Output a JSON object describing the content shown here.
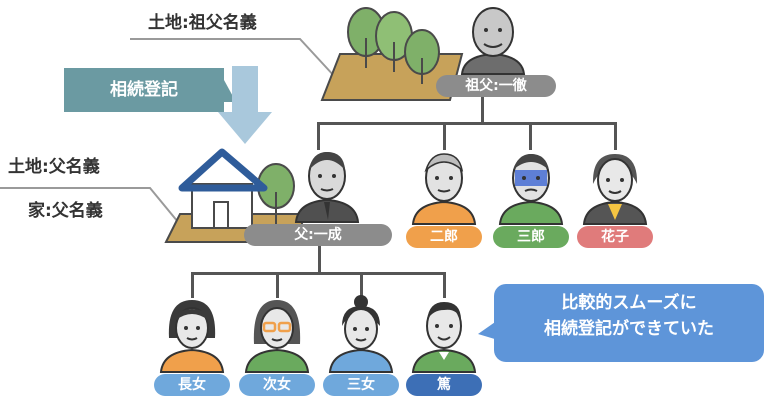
{
  "labels": {
    "land_grandfather": "土地:祖父名義",
    "land_father": "土地:父名義",
    "house_father": "家:父名義",
    "inheritance_registration": "相続登記"
  },
  "people": {
    "grandfather": "祖父:一徹",
    "father": "父:一成",
    "jiro": "二郎",
    "saburo": "三郎",
    "hanako": "花子",
    "eldest_daughter": "長女",
    "second_daughter": "次女",
    "third_daughter": "三女",
    "atsushi": "篤"
  },
  "bubble": {
    "line1": "比較的スムーズに",
    "line2": "相続登記ができていた"
  },
  "colors": {
    "gray_pill": "#8c8c8c",
    "orange": "#f0a04b",
    "green": "#6aaa5e",
    "red": "#e07b7b",
    "light_blue": "#6fa8dc",
    "dark_blue": "#3d6fb6",
    "teal": "#6b9aa2",
    "bubble_blue": "#5e95d9",
    "arrow_blue": "#a9c8dc"
  }
}
